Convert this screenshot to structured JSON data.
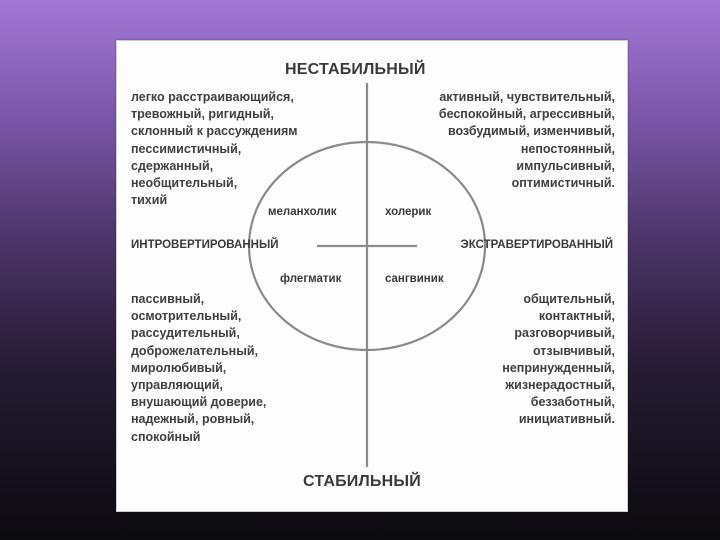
{
  "diagram": {
    "top_label": "НЕСТАБИЛЬНЫЙ",
    "bottom_label": "СТАБИЛЬНЫЙ",
    "left_label": "ИНТРОВЕРТИРОВАННЫЙ",
    "right_label": "ЭКСТРАВЕРТИРОВАННЫЙ",
    "temperaments": {
      "melancholic": "меланхолик",
      "choleric": "холерик",
      "phlegmatic": "флегматик",
      "sanguine": "сангвиник"
    },
    "traits": {
      "top_left": [
        "легко расстраивающийся,",
        "тревожный, ригидный,",
        "склонный к рассуждениям",
        "пессимистичный,",
        "сдержанный,",
        "необщительный,",
        "тихий"
      ],
      "top_right": [
        "активный, чувствительный,",
        "беспокойный, агрессивный,",
        "возбудимый, изменчивый,",
        "непостоянный,",
        "импульсивный,",
        "оптимистичный."
      ],
      "bottom_left": [
        "пассивный,",
        "осмотрительный,",
        "рассудительный,",
        "доброжелательный,",
        "миролюбивый,",
        "управляющий,",
        "внушающий доверие,",
        "надежный, ровный,",
        "спокойный"
      ],
      "bottom_right": [
        "общительный,",
        "контактный,",
        "разговорчивый,",
        "отзывчивый,",
        "непринужденный,",
        "жизнерадостный,",
        "беззаботный,",
        "инициативный."
      ]
    }
  }
}
